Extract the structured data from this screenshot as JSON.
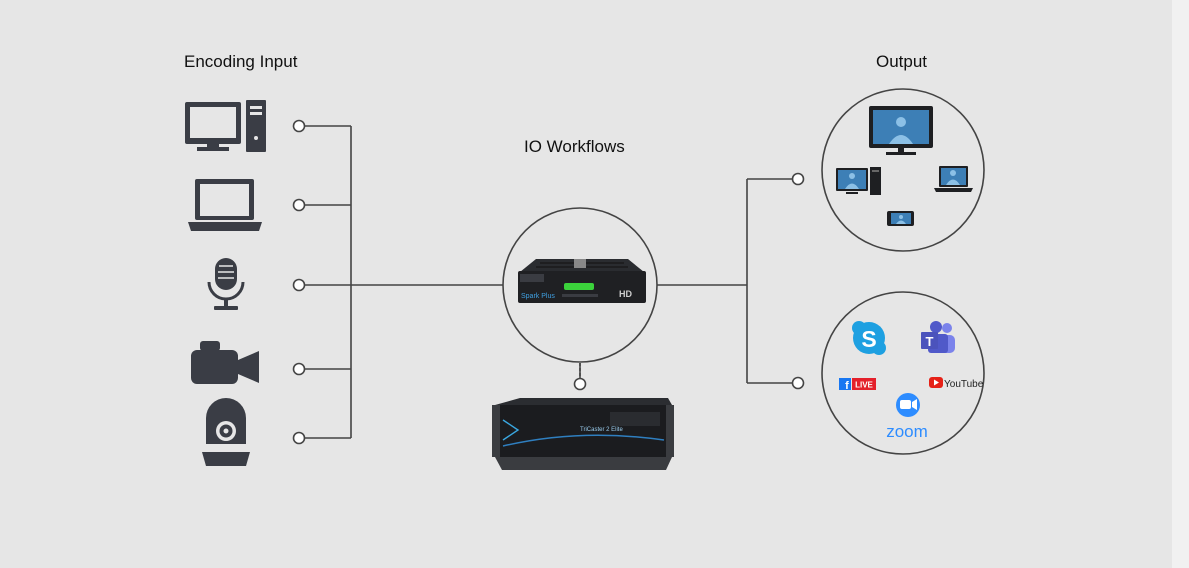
{
  "headings": {
    "encoding_input": "Encoding Input",
    "io_workflows": "IO Workflows",
    "output": "Output"
  },
  "input_devices": [
    "desktop-computer-icon",
    "laptop-icon",
    "microphone-icon",
    "video-camera-icon",
    "ptz-camera-icon"
  ],
  "center_device": {
    "brand_label": "Spark Plus",
    "badge": "HD"
  },
  "rack_device": {
    "brand_label": "TriCaster 2 Elite"
  },
  "output_top_devices": [
    "tv-monitor-icon",
    "desktop-computer-icon",
    "laptop-icon",
    "smartphone-icon"
  ],
  "output_platforms": {
    "facebook_live": "LIVE",
    "youtube": "YouTube",
    "zoom": "zoom"
  },
  "colors": {
    "background": "#e6e6e6",
    "icon_dark": "#3a3d45",
    "line": "#444444",
    "screen_blue": "#3d7fb6",
    "status_green": "#3bd23b",
    "skype": "#1ea0e1",
    "teams": "#5059c9",
    "facebook": "#1877f2",
    "youtube": "#e62117",
    "zoom": "#2d8cff"
  }
}
